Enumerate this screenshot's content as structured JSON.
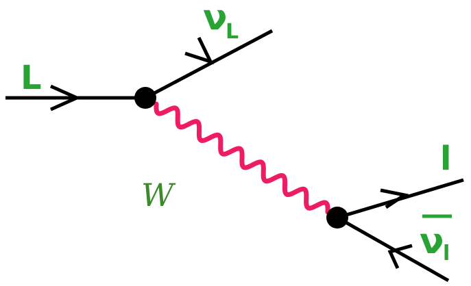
{
  "labels": {
    "incoming_lepton": "L",
    "outgoing_neutrino_symbol": "ν",
    "outgoing_neutrino_subscript": "L",
    "w_boson": "W",
    "outgoing_lepton": "l",
    "antineutrino_symbol": "ν",
    "antineutrino_subscript": "l"
  },
  "colors": {
    "line": "#000000",
    "label": "#2aa335",
    "w_label": "#3c8a2a",
    "boson": "#ee1d63",
    "background": "#ffffff"
  },
  "icons": {
    "vertex": "filled-circle",
    "arrow": "open-chevron-arrow"
  }
}
